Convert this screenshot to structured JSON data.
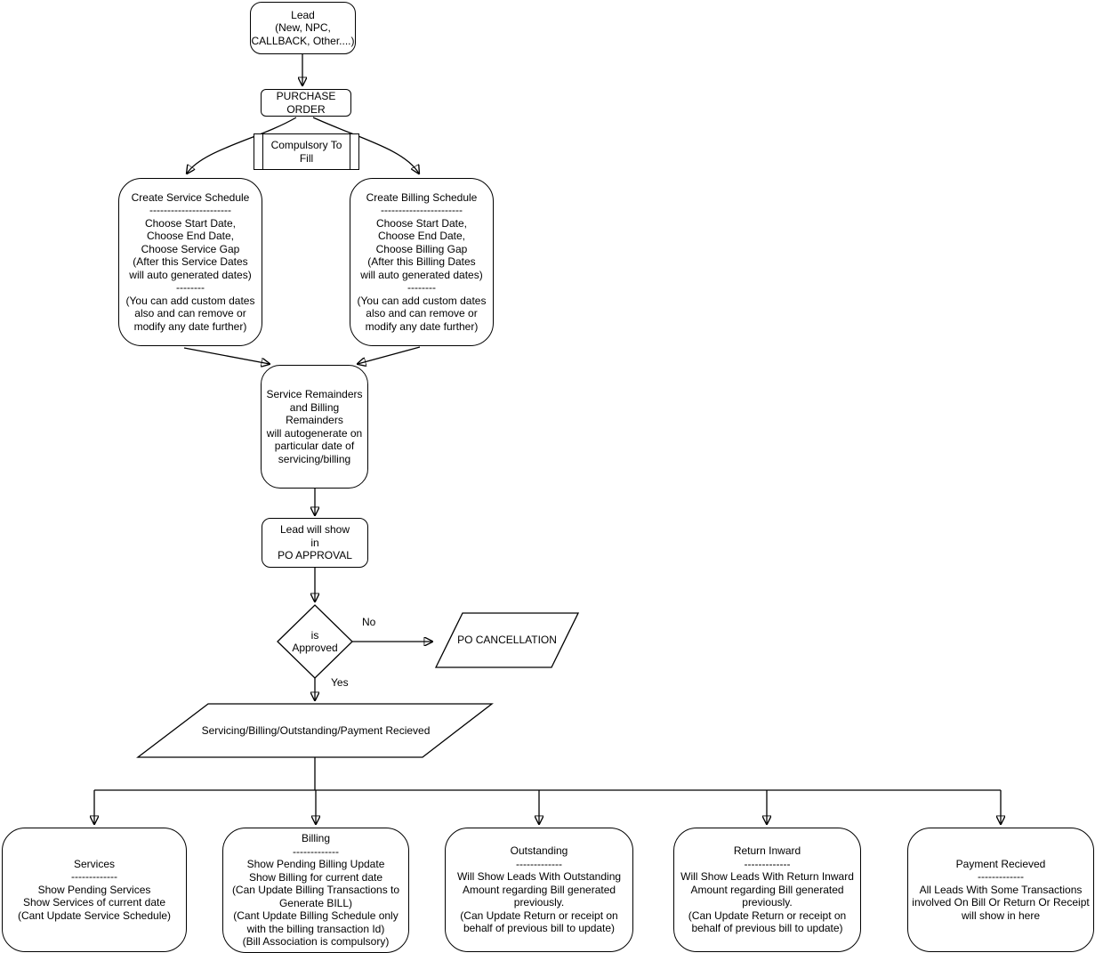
{
  "diagram": {
    "background_color": "#ffffff",
    "stroke_color": "#000000",
    "nodes": {
      "lead": "Lead\n(New, NPC,\nCALLBACK, Other....)",
      "purchase_order": "PURCHASE\nORDER",
      "compulsory": "Compulsory To\nFill",
      "service_schedule": "Create Service Schedule\n-----------------------\nChoose Start Date,\nChoose End Date,\nChoose Service Gap\n(After this Service Dates\nwill auto generated dates)\n--------\n(You can add custom dates\nalso and can remove or\nmodify any date further)",
      "billing_schedule": "Create Billing Schedule\n-----------------------\nChoose Start Date,\nChoose End Date,\nChoose Billing Gap\n(After this Billing Dates\nwill auto generated dates)\n--------\n(You can add custom dates\nalso and can remove or\nmodify any date further)",
      "remainders": "Service Remainders\nand Billing\nRemainders\nwill autogenerate on\nparticular date of\nservicing/billing",
      "po_approval": "Lead will show\nin\nPO APPROVAL",
      "decision": "is\nApproved",
      "po_cancellation": "PO CANCELLATION",
      "servicing_options": "Servicing/Billing/Outstanding/Payment Recieved",
      "services": "Services\n-------------\nShow Pending Services\nShow Services of current date\n(Cant Update Service Schedule)",
      "billing": "Billing\n-------------\nShow Pending Billing Update\nShow Billing for current date\n(Can Update Billing Transactions to\nGenerate BILL)\n(Cant Update Billing Schedule only\nwith the billing transaction Id)\n(Bill Association is compulsory)",
      "outstanding": "Outstanding\n-------------\nWill Show Leads With Outstanding\nAmount regarding Bill generated\npreviously.\n(Can Update Return or receipt on\nbehalf of previous bill to update)",
      "return_inward": "Return Inward\n-------------\nWill Show Leads With Return Inward\nAmount regarding Bill generated\npreviously.\n(Can Update Return or receipt on\nbehalf of previous bill to update)",
      "payment_recieved": "Payment Recieved\n-------------\nAll Leads With Some Transactions\ninvolved On Bill Or Return Or Receipt\nwill show in here"
    },
    "edge_labels": {
      "no": "No",
      "yes": "Yes"
    }
  }
}
